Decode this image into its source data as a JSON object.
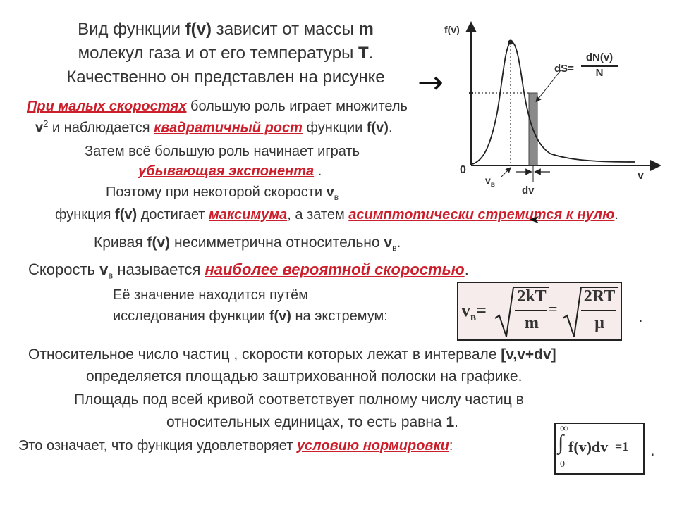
{
  "intro": {
    "line1_prefix": "Вид функции ",
    "line1_func": "f(v)",
    "line1_suffix": " зависит от массы ",
    "line1_m": "m",
    "line2_prefix": "молекул газа и от его температуры ",
    "line2_T": "T",
    "line2_suffix": ".",
    "line3": "Качественно он представлен на рисунке"
  },
  "para_small_speeds": {
    "highlight1": "При малых скоростях",
    "text1": " большую роль играет множитель",
    "v2_base": "v",
    "v2_exp": "2",
    "text2": " и наблюдается ",
    "highlight2": "квадратичный рост",
    "text3": " функции ",
    "func": "f(v)",
    "text4": "."
  },
  "para_then": {
    "text1": "Затем всё большую роль начинает играть",
    "highlight": "убывающая экспонента",
    "tail": " ."
  },
  "para_therefore": {
    "text1": "Поэтому при некоторой скорости ",
    "vb_base": "v",
    "vb_sub": "в",
    "line2_prefix": "функция ",
    "func": "f(v)",
    "line2_mid1": " достигает ",
    "highlight1": "максимума",
    "line2_mid2": ", а затем ",
    "highlight2": "асимптотически стремится к нулю",
    "line2_tail": "."
  },
  "para_asym": {
    "text1": "Кривая ",
    "func": "f(v)",
    "text2": " несимметрична относительно ",
    "vb_base": "v",
    "vb_sub": "в",
    "text3": "."
  },
  "para_called": {
    "text1": "Скорость ",
    "vb_base": "v",
    "vb_sub": "в",
    "text2": " называется ",
    "highlight": "наиболее вероятной скоростью",
    "text3": "."
  },
  "para_value": {
    "line1": "Её значение находится путём",
    "line2_prefix": "исследования функции ",
    "func": "f(v)",
    "line2_suffix": " на экстремум:",
    "dot": "."
  },
  "formula_vb": {
    "lhs_base": "v",
    "lhs_sub": "в",
    "eq1": "=",
    "num1": "2kT",
    "den1": "m",
    "eq2": "=",
    "num2": "2RT",
    "den2": "μ"
  },
  "para_relative": {
    "line1_prefix": "Относительное число частиц , скорости которых лежат в интервале ",
    "interval": "[v,v+dv]",
    "line2": "определяется площадью заштрихованной полоски на графике.",
    "line3": "Площадь под всей кривой соответствует полному числу частиц в",
    "line4_prefix": "относительных единицах, то есть равна ",
    "one": "1",
    "line4_suffix": "."
  },
  "para_norm": {
    "text1": "Это означает, что функция  удовлетворяет ",
    "highlight": "условию нормировки",
    "text2": ":",
    "dot": "."
  },
  "formula_norm": {
    "upper": "∞",
    "lower": "0",
    "integral": "∫",
    "body": "f(v)dv",
    "rhs": "=1"
  },
  "graph": {
    "y_label": "f(v)",
    "x_label": "v",
    "origin": "0",
    "vb_base": "v",
    "vb_sub": "в",
    "dv_label": "dv",
    "dS_label": "dS=",
    "frac_num": "dN(v)",
    "frac_den": "N",
    "arrow_glyph": "→"
  },
  "colors": {
    "highlight": "#cc1f2b",
    "text": "#333333",
    "box_bg": "#f7ecec"
  }
}
